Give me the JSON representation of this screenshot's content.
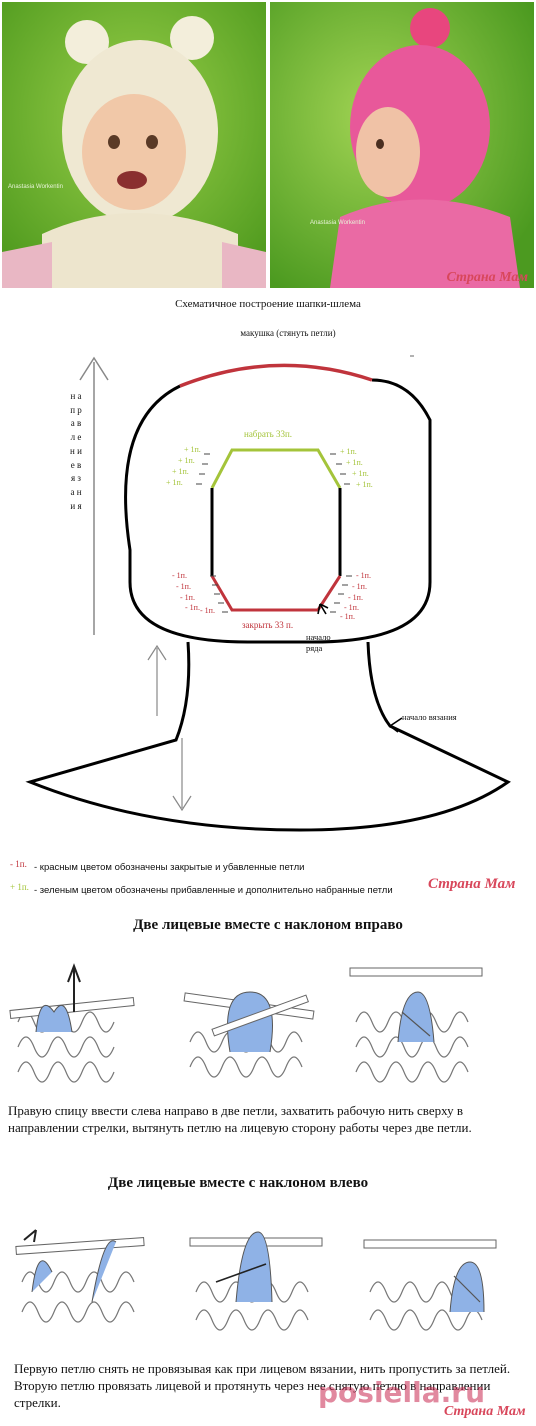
{
  "photos": {
    "left_credit": "Anastasia Workentin",
    "right_credit": "Anastasia Workentin",
    "watermark": "Страна Мам"
  },
  "diagram": {
    "title": "Схематичное построение шапки-шлема",
    "crown_label": "макушка (стянуть  петли)",
    "direction_label": "н а п р а в л е н и е     в я з а н и я",
    "cast_on_label": "набрать 33п.",
    "bind_off_label": "закрыть 33 п.",
    "row_start_label": "начало ряда",
    "knit_start_label": "начало вязания",
    "plus_left": [
      "+ 1п.",
      "+ 1п.",
      "+ 1п.",
      "+ 1п."
    ],
    "plus_right": [
      "+ 1п.",
      "+ 1п.",
      "+ 1п.",
      "+ 1п."
    ],
    "minus_left": [
      "- 1п.",
      "- 1п.",
      "- 1п.",
      "- 1п.",
      "- 1п."
    ],
    "minus_right": [
      "- 1п.",
      "- 1п.",
      "- 1п.",
      "- 1п.",
      "- 1п."
    ],
    "colors": {
      "red": "#c0343c",
      "green": "#a4c43a",
      "line": "#000000",
      "arrow": "#888888"
    }
  },
  "legend": {
    "minus_mark": "- 1п.",
    "minus_text": "- красным цветом обозначены закрытые и убавленные петли",
    "plus_mark": "+ 1п.",
    "plus_text": "- зеленым цветом обозначены прибавленные и дополнительно набранные петли",
    "watermark": "Страна Мам"
  },
  "section_right": {
    "heading": "Две лицевые вместе с наклоном вправо",
    "text": "Правую спицу ввести слева направо в две петли, захватить рабочую нить сверху в направлении стрелки, вытянуть петлю на лицевую сторону работы через две петли."
  },
  "section_left": {
    "heading": "Две лицевые вместе с наклоном влево",
    "text": "Первую петлю снять не провязывая как при лицевом вязании, нить пропустить за петлей. Вторую петлю провязать лицевой и протянуть через нее снятую петлю в направлении стрелки."
  },
  "footer": {
    "site": "posiella.ru",
    "watermark": "Страна Мам"
  }
}
